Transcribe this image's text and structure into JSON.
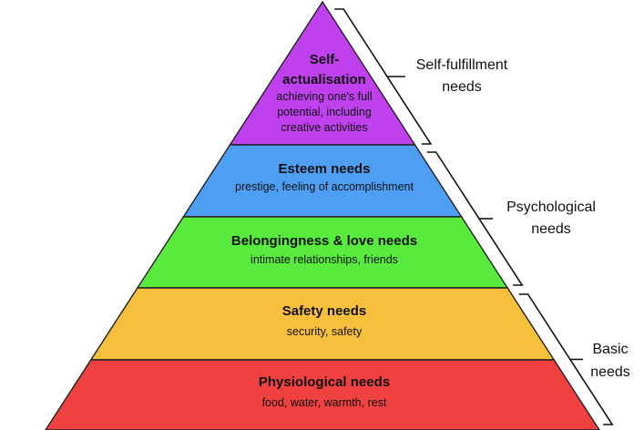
{
  "pyramid": {
    "levels": [
      {
        "id": "self-actualisation",
        "title_lines": [
          "Self-",
          "actualisation"
        ],
        "desc_lines": [
          "achieving one's full",
          "potential, including",
          "creative activities"
        ],
        "color": "#bf40ed"
      },
      {
        "id": "esteem",
        "title_lines": [
          "Esteem needs"
        ],
        "desc_lines": [
          "prestige, feeling of accomplishment"
        ],
        "color": "#4e9ff4"
      },
      {
        "id": "belongingness",
        "title_lines": [
          "Belongingness & love needs"
        ],
        "desc_lines": [
          "intimate relationships, friends"
        ],
        "color": "#58ea3c"
      },
      {
        "id": "safety",
        "title_lines": [
          "Safety needs"
        ],
        "desc_lines": [
          "security, safety"
        ],
        "color": "#f7c03c"
      },
      {
        "id": "physiological",
        "title_lines": [
          "Physiological needs"
        ],
        "desc_lines": [
          "food, water, warmth, rest"
        ],
        "color": "#f04141"
      }
    ]
  },
  "groups": [
    {
      "id": "self-fulfillment",
      "label_lines": [
        "Self-fulfillment",
        "needs"
      ]
    },
    {
      "id": "psychological",
      "label_lines": [
        "Psychological",
        "needs"
      ]
    },
    {
      "id": "basic",
      "label_lines": [
        "Basic",
        "needs"
      ]
    }
  ]
}
